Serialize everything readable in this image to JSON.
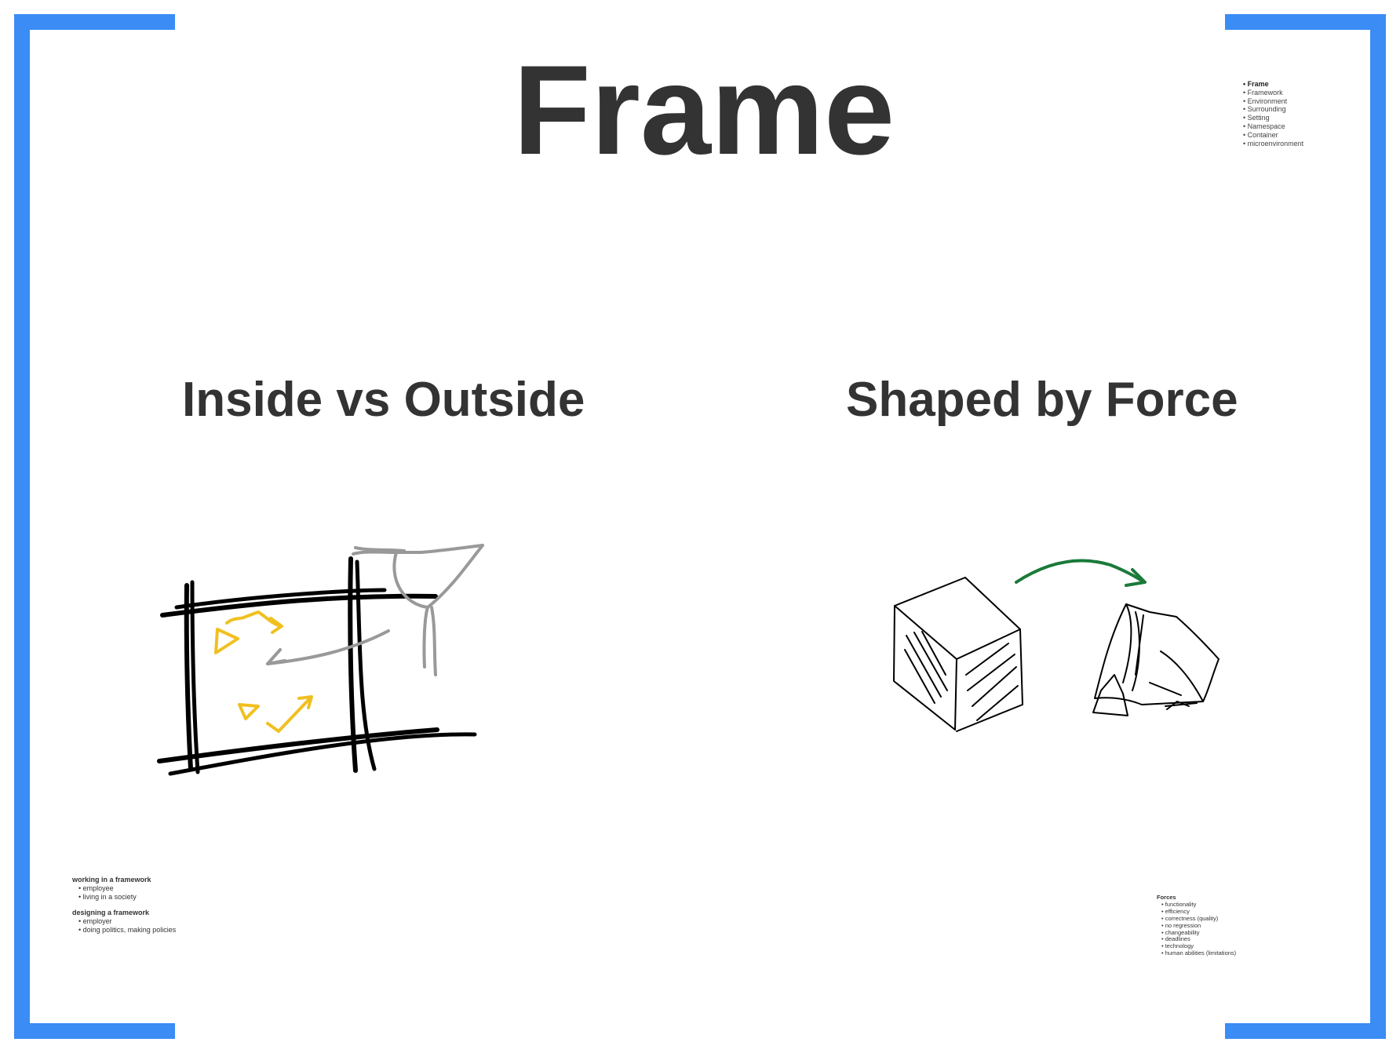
{
  "title": "Frame",
  "toc": [
    "Frame",
    "Framework",
    "Environment",
    "Surrounding",
    "Setting",
    "Namespace",
    "Container",
    "microenvironment"
  ],
  "sections": {
    "left": {
      "title": "Inside vs Outside",
      "notes": [
        {
          "heading": "working in a framework",
          "items": [
            "employee",
            "living in a society"
          ]
        },
        {
          "heading": "designing a framework",
          "items": [
            "employer",
            "doing politics, making policies"
          ]
        }
      ]
    },
    "right": {
      "title": "Shaped by Force",
      "notes": {
        "heading": "Forces",
        "items": [
          "functionality",
          "efficiency",
          "correctness (quality)",
          "no regression",
          "changeability",
          "deadlines",
          "technology",
          "human abilities (limitations)"
        ]
      }
    }
  },
  "colors": {
    "accent": "#3b8cf5",
    "sketch_black": "#000000",
    "sketch_gray": "#999999",
    "sketch_yellow": "#f0c020",
    "sketch_green": "#1a7a3a"
  }
}
